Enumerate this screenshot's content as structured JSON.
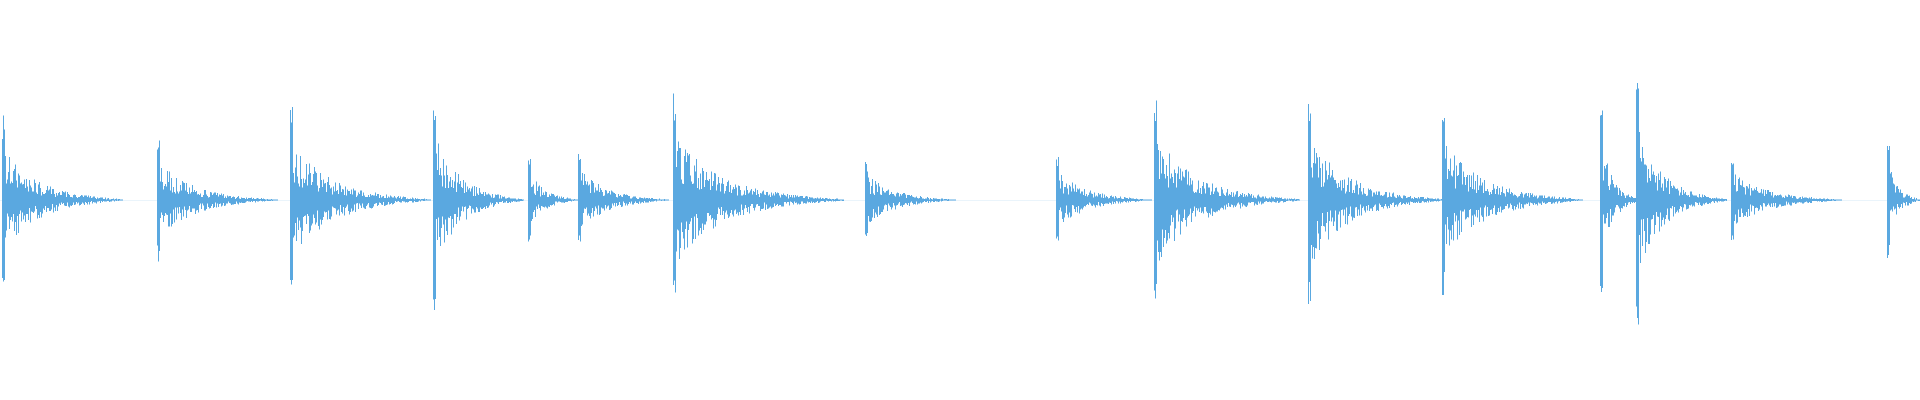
{
  "waveform": {
    "color": "#5aa8e0",
    "background": "#ffffff",
    "duration_units": 1920,
    "amplitude_scale": 1.0,
    "events": [
      {
        "t": 2,
        "peak_up": 0.86,
        "peak_down": 0.86,
        "decay": 120,
        "noise": 0.16
      },
      {
        "t": 157,
        "peak_up": 0.62,
        "peak_down": 0.64,
        "decay": 120,
        "noise": 0.14
      },
      {
        "t": 290,
        "peak_up": 0.96,
        "peak_down": 0.98,
        "decay": 140,
        "noise": 0.18
      },
      {
        "t": 433,
        "peak_up": 1.12,
        "peak_down": 1.12,
        "decay": 90,
        "noise": 0.2
      },
      {
        "t": 528,
        "peak_up": 0.46,
        "peak_down": 0.46,
        "decay": 50,
        "noise": 0.14
      },
      {
        "t": 578,
        "peak_up": 0.48,
        "peak_down": 0.48,
        "decay": 90,
        "noise": 0.14
      },
      {
        "t": 673,
        "peak_up": 1.1,
        "peak_down": 1.1,
        "decay": 170,
        "noise": 0.16
      },
      {
        "t": 865,
        "peak_up": 0.4,
        "peak_down": 0.4,
        "decay": 90,
        "noise": 0.12
      },
      {
        "t": 1056,
        "peak_up": 0.48,
        "peak_down": 0.48,
        "decay": 95,
        "noise": 0.12
      },
      {
        "t": 1154,
        "peak_up": 1.1,
        "peak_down": 1.1,
        "decay": 145,
        "noise": 0.18
      },
      {
        "t": 1308,
        "peak_up": 1.12,
        "peak_down": 1.12,
        "decay": 135,
        "noise": 0.18
      },
      {
        "t": 1442,
        "peak_up": 0.98,
        "peak_down": 0.98,
        "decay": 140,
        "noise": 0.18
      },
      {
        "t": 1600,
        "peak_up": 1.14,
        "peak_down": 1.14,
        "decay": 40,
        "noise": 0.18
      },
      {
        "t": 1636,
        "peak_up": 1.32,
        "peak_down": 1.32,
        "decay": 90,
        "noise": 0.18
      },
      {
        "t": 1731,
        "peak_up": 0.4,
        "peak_down": 0.4,
        "decay": 110,
        "noise": 0.14
      },
      {
        "t": 1887,
        "peak_up": 0.64,
        "peak_down": 0.64,
        "decay": 33,
        "noise": 0.16
      }
    ]
  }
}
